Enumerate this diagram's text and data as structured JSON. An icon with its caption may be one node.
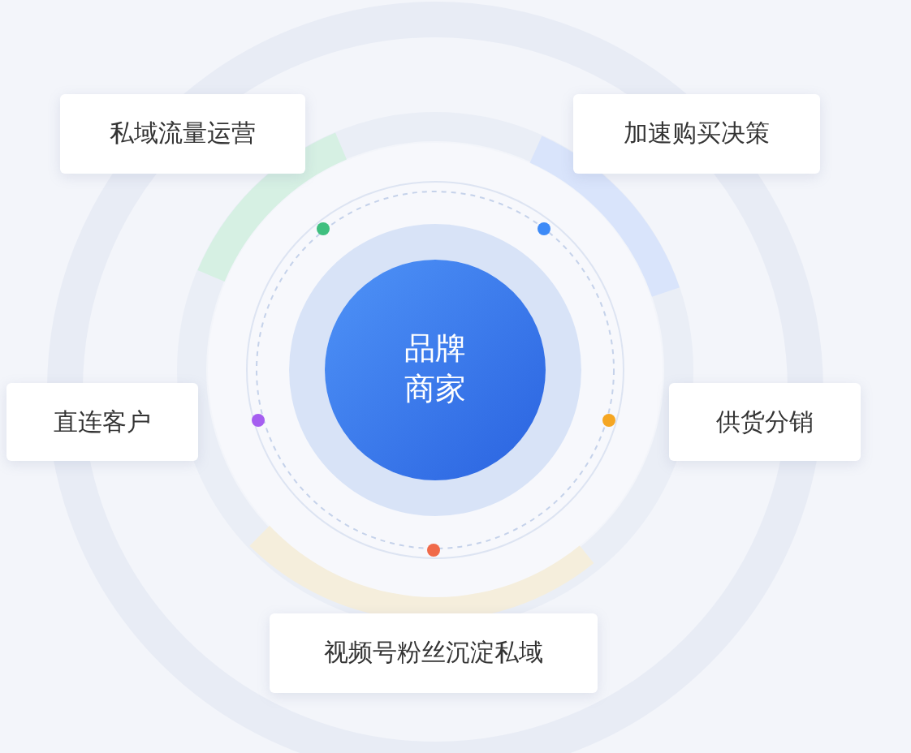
{
  "diagram": {
    "nodes": [
      {
        "text": [
          "品牌商家"
        ]
      },
      {
        "text": [
          "私域流量运营"
        ]
      },
      {
        "text": [
          "加速购买决策"
        ]
      },
      {
        "text": [
          "直连客户"
        ]
      },
      {
        "text": [
          "供货分销"
        ]
      },
      {
        "text": [
          "视频号粉丝沉淀私域"
        ]
      }
    ]
  }
}
